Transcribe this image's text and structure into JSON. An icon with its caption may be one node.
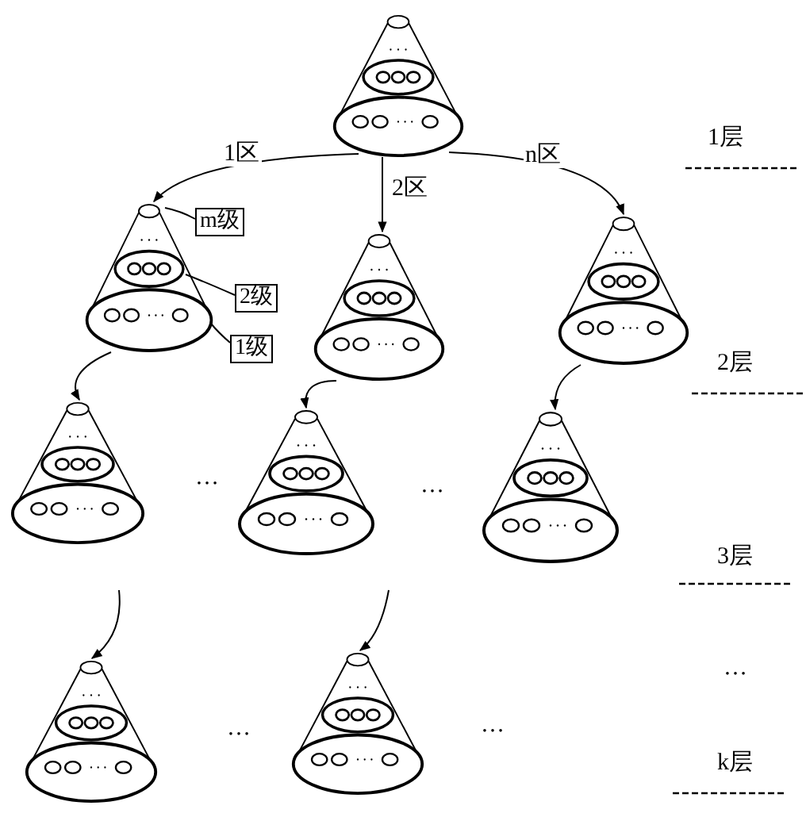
{
  "diagram": {
    "nodes": [
      {
        "text": [],
        "shape": "cone"
      },
      {
        "text": [],
        "shape": "cone"
      },
      {
        "text": [],
        "shape": "cone"
      },
      {
        "text": [],
        "shape": "cone"
      },
      {
        "text": [],
        "shape": "cone"
      },
      {
        "text": [],
        "shape": "cone"
      },
      {
        "text": [],
        "shape": "cone"
      },
      {
        "text": [],
        "shape": "cone"
      },
      {
        "text": [],
        "shape": "cone"
      },
      {
        "text": [
          "m级"
        ]
      },
      {
        "text": [
          "2级"
        ]
      },
      {
        "text": [
          "1级"
        ]
      }
    ],
    "edges": [
      {
        "from": 0,
        "to": 1,
        "arrow": "to",
        "label": "1区"
      },
      {
        "from": 0,
        "to": 2,
        "arrow": "to",
        "label": "2区"
      },
      {
        "from": 0,
        "to": 3,
        "arrow": "to",
        "label": "n区"
      },
      {
        "from": 1,
        "to": 4,
        "arrow": "to"
      },
      {
        "from": 2,
        "to": 5,
        "arrow": "to"
      },
      {
        "from": 3,
        "to": 6,
        "arrow": "to"
      },
      {
        "from": null,
        "to": 7,
        "arrow": "to"
      },
      {
        "from": null,
        "to": 8,
        "arrow": "to"
      },
      {
        "from": 9,
        "to": 1,
        "arrow": "none"
      },
      {
        "from": 10,
        "to": 1,
        "arrow": "none"
      },
      {
        "from": 11,
        "to": 1,
        "arrow": "none"
      }
    ],
    "labels": [
      "1层",
      "2层",
      "…",
      "…",
      "3层",
      "…",
      "…",
      "…",
      "k层"
    ]
  }
}
